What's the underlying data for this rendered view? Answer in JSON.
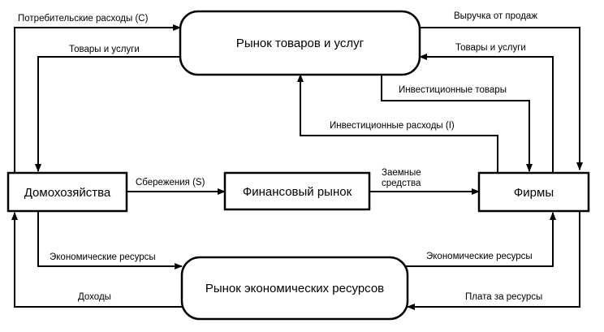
{
  "nodes": {
    "goods_market": "Рынок товаров и услуг",
    "resource_market": "Рынок экономических ресурсов",
    "households": "Домохозяйства",
    "firms": "Фирмы",
    "financial_market": "Финансовый рынок"
  },
  "labels": {
    "consumer_spending": "Потребительские расходы (C)",
    "goods_to_households": "Товары и услуги",
    "sales_revenue": "Выручка от продаж",
    "goods_from_firms": "Товары и услуги",
    "investment_goods": "Инвестиционные товары",
    "investment_spending": "Инвестиционные  расходы (I)",
    "savings": "Сбережения (S)",
    "loans_line1": "Заемные",
    "loans_line2": "средства",
    "resources_from_households": "Экономические ресурсы",
    "resources_to_firms": "Экономические ресурсы",
    "incomes": "Доходы",
    "resource_payment": "Плата за ресурсы"
  }
}
